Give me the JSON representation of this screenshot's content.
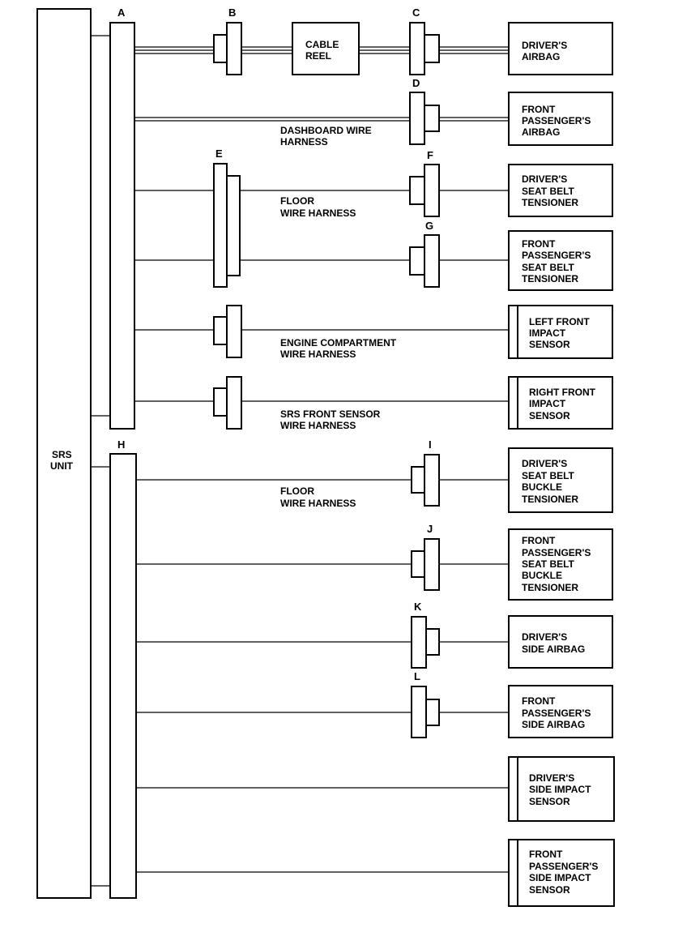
{
  "unit": {
    "lines": [
      "SRS",
      "UNIT"
    ]
  },
  "connectors": {
    "A": "A",
    "B": "B",
    "C": "C",
    "D": "D",
    "E": "E",
    "F": "F",
    "G": "G",
    "H": "H",
    "I": "I",
    "J": "J",
    "K": "K",
    "L": "L"
  },
  "cable_reel": [
    "CABLE",
    "REEL"
  ],
  "harness_labels": {
    "dashboard": [
      "DASHBOARD WIRE",
      "HARNESS"
    ],
    "floor_upper": [
      "FLOOR",
      "WIRE HARNESS"
    ],
    "engine": [
      "ENGINE COMPARTMENT",
      "WIRE HARNESS"
    ],
    "srs_front": [
      "SRS FRONT SENSOR",
      "WIRE HARNESS"
    ],
    "floor_lower": [
      "FLOOR",
      "WIRE HARNESS"
    ]
  },
  "components": [
    {
      "lines": [
        "DRIVER'S",
        "AIRBAG"
      ]
    },
    {
      "lines": [
        "FRONT",
        "PASSENGER'S",
        "AIRBAG"
      ]
    },
    {
      "lines": [
        "DRIVER'S",
        "SEAT BELT",
        "TENSIONER"
      ]
    },
    {
      "lines": [
        "FRONT",
        "PASSENGER'S",
        "SEAT BELT",
        "TENSIONER"
      ]
    },
    {
      "lines": [
        "LEFT FRONT",
        "IMPACT",
        "SENSOR"
      ]
    },
    {
      "lines": [
        "RIGHT FRONT",
        "IMPACT",
        "SENSOR"
      ]
    },
    {
      "lines": [
        "DRIVER'S",
        "SEAT BELT",
        "BUCKLE",
        "TENSIONER"
      ]
    },
    {
      "lines": [
        "FRONT",
        "PASSENGER'S",
        "SEAT BELT",
        "BUCKLE",
        "TENSIONER"
      ]
    },
    {
      "lines": [
        "DRIVER'S",
        "SIDE AIRBAG"
      ]
    },
    {
      "lines": [
        "FRONT",
        "PASSENGER'S",
        "SIDE AIRBAG"
      ]
    },
    {
      "lines": [
        "DRIVER'S",
        "SIDE IMPACT",
        "SENSOR"
      ]
    },
    {
      "lines": [
        "FRONT",
        "PASSENGER'S",
        "SIDE IMPACT",
        "SENSOR"
      ]
    }
  ]
}
